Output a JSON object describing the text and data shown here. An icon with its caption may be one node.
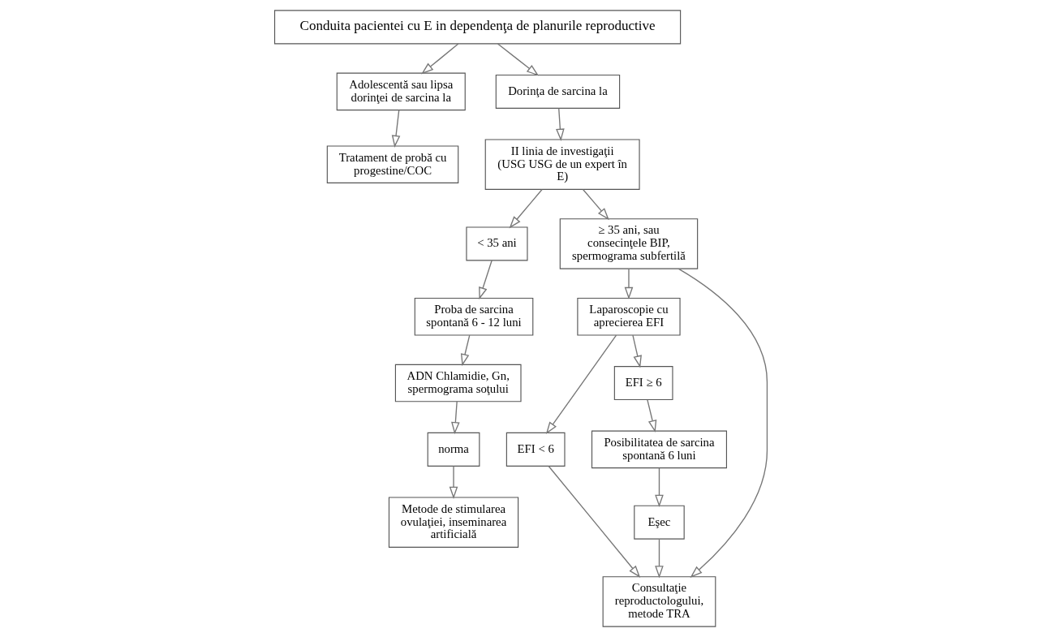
{
  "diagram": {
    "nodes": [
      {
        "text": [
          "Conduita pacientei cu E in dependenţa de planurile reproductive"
        ]
      },
      {
        "text": [
          "Adolescentă sau lipsa dorinţei de sarcina la"
        ]
      },
      {
        "text": [
          "Dorinţa de sarcina la"
        ]
      },
      {
        "text": [
          "II linia de investigaţii (USG USG de un expert în E)"
        ]
      },
      {
        "text": [
          "Tratament de probă cu progestine/COC"
        ]
      },
      {
        "text": [
          "< 35 ani"
        ]
      },
      {
        "text": [
          "≥ 35 ani, sau consecinţele BIP, spermograma subfertilă"
        ]
      },
      {
        "text": [
          "Laparoscopie cu aprecierea EFI"
        ]
      },
      {
        "text": [
          "Proba de sarcina spontană 6 - 12 luni"
        ]
      },
      {
        "text": [
          "EFI < 6"
        ]
      },
      {
        "text": [
          "ADN Chlamidie, Gn, spermograma soţului"
        ]
      },
      {
        "text": [
          "Consultaţie reproductologului, metode TRA"
        ]
      },
      {
        "text": [
          "EFI ≥ 6"
        ]
      },
      {
        "text": [
          "norma"
        ]
      },
      {
        "text": [
          "Posibilitatea de sarcina spontană 6 luni"
        ]
      },
      {
        "text": [
          "Metode de stimularea ovulaţiei, inseminarea artificială"
        ]
      },
      {
        "text": [
          "Eşec"
        ]
      }
    ],
    "edges": [
      {
        "from": 0,
        "to": 1,
        "arrow": "to"
      },
      {
        "from": 0,
        "to": 2,
        "arrow": "to"
      },
      {
        "from": 2,
        "to": 3,
        "arrow": "to"
      },
      {
        "from": 3,
        "to": 5,
        "arrow": "to"
      },
      {
        "from": 3,
        "to": 6,
        "arrow": "to"
      },
      {
        "from": 6,
        "to": 7,
        "arrow": "to"
      },
      {
        "from": 1,
        "to": 4,
        "arrow": "to"
      },
      {
        "from": 5,
        "to": 8,
        "arrow": "to"
      },
      {
        "from": 8,
        "to": 10,
        "arrow": "to"
      },
      {
        "from": 10,
        "to": 13,
        "arrow": "to"
      },
      {
        "from": 13,
        "to": 15,
        "arrow": "to"
      },
      {
        "from": 7,
        "to": 9,
        "arrow": "to"
      },
      {
        "from": 7,
        "to": 12,
        "arrow": "to"
      },
      {
        "from": 6,
        "to": 11,
        "arrow": "to"
      },
      {
        "from": 9,
        "to": 11,
        "arrow": "to"
      },
      {
        "from": 12,
        "to": 14,
        "arrow": "to"
      },
      {
        "from": 14,
        "to": 16,
        "arrow": "to"
      },
      {
        "from": 16,
        "to": 11,
        "arrow": "to"
      }
    ]
  }
}
